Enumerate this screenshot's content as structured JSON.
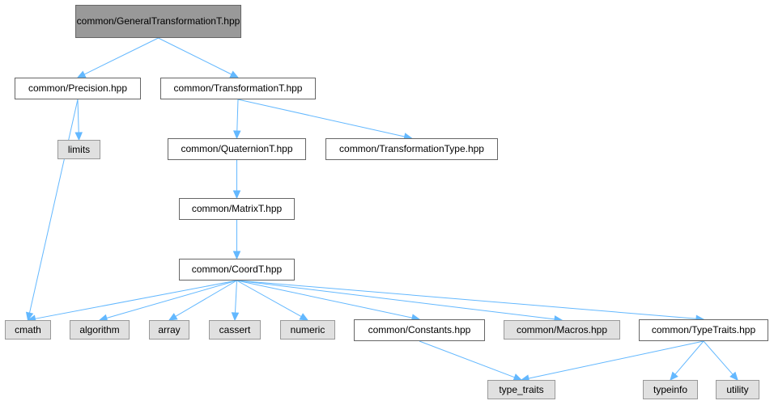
{
  "colors": {
    "edge": "#63b8ff",
    "root_fill": "#999999",
    "file_fill": "#ffffff",
    "system_fill": "#e0e0e0",
    "border": "#666666"
  },
  "nodes": {
    "root": "common/GeneralTransformationT.hpp",
    "precision": "common/Precision.hpp",
    "transformation_t": "common/TransformationT.hpp",
    "limits": "limits",
    "quaternion_t": "common/QuaternionT.hpp",
    "transformation_type": "common/TransformationType.hpp",
    "matrix_t": "common/MatrixT.hpp",
    "coord_t": "common/CoordT.hpp",
    "cmath": "cmath",
    "algorithm": "algorithm",
    "array": "array",
    "cassert": "cassert",
    "numeric": "numeric",
    "constants": "common/Constants.hpp",
    "macros": "common/Macros.hpp",
    "type_traits_hpp": "common/TypeTraits.hpp",
    "type_traits": "type_traits",
    "typeinfo": "typeinfo",
    "utility": "utility"
  },
  "edges": [
    [
      "root",
      "precision"
    ],
    [
      "root",
      "transformation_t"
    ],
    [
      "precision",
      "limits"
    ],
    [
      "precision",
      "cmath"
    ],
    [
      "transformation_t",
      "quaternion_t"
    ],
    [
      "transformation_t",
      "transformation_type"
    ],
    [
      "quaternion_t",
      "matrix_t"
    ],
    [
      "matrix_t",
      "coord_t"
    ],
    [
      "coord_t",
      "cmath"
    ],
    [
      "coord_t",
      "algorithm"
    ],
    [
      "coord_t",
      "array"
    ],
    [
      "coord_t",
      "cassert"
    ],
    [
      "coord_t",
      "numeric"
    ],
    [
      "coord_t",
      "constants"
    ],
    [
      "coord_t",
      "macros"
    ],
    [
      "coord_t",
      "type_traits_hpp"
    ],
    [
      "constants",
      "type_traits"
    ],
    [
      "type_traits_hpp",
      "type_traits"
    ],
    [
      "type_traits_hpp",
      "typeinfo"
    ],
    [
      "type_traits_hpp",
      "utility"
    ]
  ]
}
